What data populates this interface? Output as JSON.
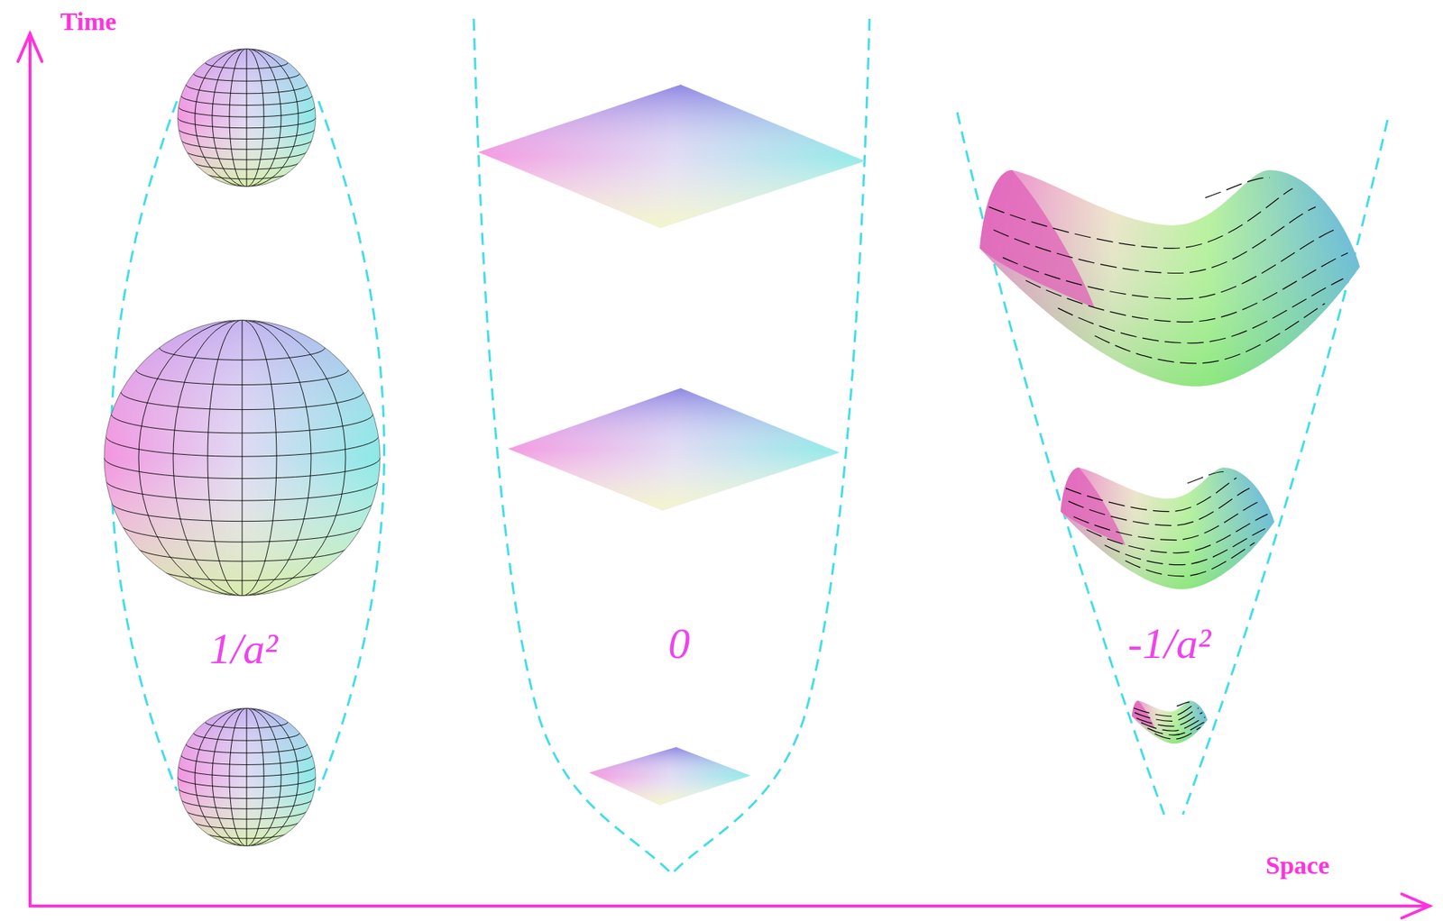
{
  "diagram": {
    "labels": [
      "Time",
      "Space",
      "1/a²",
      "0",
      "-1/a²"
    ]
  }
}
